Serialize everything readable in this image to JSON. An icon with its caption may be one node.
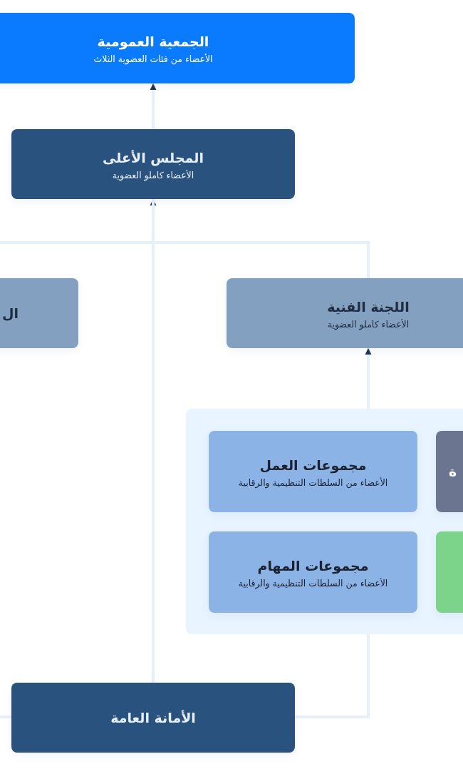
{
  "diagram": {
    "nodes": [
      {
        "text": [
          "الجمعية العمومية",
          "الأعضاء من فئات العضوية الثلاث"
        ]
      },
      {
        "text": [
          "المجلس الأعلى",
          "الأعضاء كاملو العضوية"
        ]
      },
      {
        "text": [
          "ال"
        ]
      },
      {
        "text": [
          "اللجنة الفنية",
          "الأعضاء كاملو العضوية"
        ]
      },
      {
        "text": [],
        "shape": "box"
      },
      {
        "text": [
          "مجموعات العمل",
          "الأعضاء من السلطات التنظيمية والرقابية"
        ],
        "in": 4
      },
      {
        "text": [
          "ة"
        ],
        "in": 4
      },
      {
        "text": [
          "مجموعات المهام",
          "الأعضاء من السلطات التنظيمية والرقابية"
        ],
        "in": 4
      },
      {
        "text": [],
        "shape": "box",
        "in": 4
      },
      {
        "text": [
          "الأمانة العامة"
        ]
      }
    ],
    "edges": [
      {
        "from": 1,
        "to": 0,
        "arrow": "to"
      },
      {
        "from": 9,
        "to": 1,
        "arrow": "to"
      },
      {
        "from": 1,
        "to": 3,
        "arrow": "none"
      },
      {
        "from": 1,
        "to": null,
        "arrow": "none"
      },
      {
        "from": 9,
        "to": 4,
        "arrow": "none"
      },
      {
        "from": 4,
        "to": 3,
        "arrow": "to"
      },
      {
        "from": null,
        "to": 9,
        "arrow": "none"
      }
    ]
  }
}
